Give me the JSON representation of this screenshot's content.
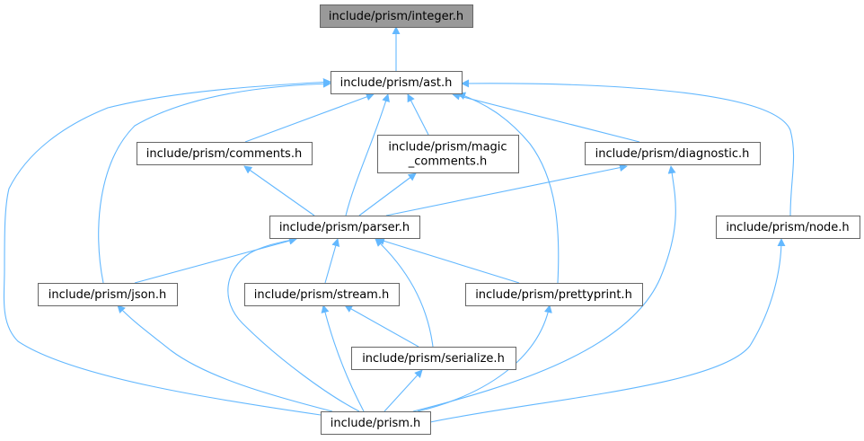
{
  "graph": {
    "title": "include/prism/integer.h",
    "colors": {
      "edge": "#63b8ff",
      "root_fill": "#999999",
      "node_border": "#666666"
    },
    "nodes": [
      {
        "id": "integer",
        "lines": [
          "include/prism/integer.h"
        ],
        "root": true
      },
      {
        "id": "ast",
        "lines": [
          "include/prism/ast.h"
        ]
      },
      {
        "id": "comments",
        "lines": [
          "include/prism/comments.h"
        ]
      },
      {
        "id": "magic",
        "lines": [
          "include/prism/magic",
          "_comments.h"
        ]
      },
      {
        "id": "diagnostic",
        "lines": [
          "include/prism/diagnostic.h"
        ]
      },
      {
        "id": "parser",
        "lines": [
          "include/prism/parser.h"
        ]
      },
      {
        "id": "node",
        "lines": [
          "include/prism/node.h"
        ]
      },
      {
        "id": "json",
        "lines": [
          "include/prism/json.h"
        ]
      },
      {
        "id": "stream",
        "lines": [
          "include/prism/stream.h"
        ]
      },
      {
        "id": "prettyprint",
        "lines": [
          "include/prism/prettyprint.h"
        ]
      },
      {
        "id": "serialize",
        "lines": [
          "include/prism/serialize.h"
        ]
      },
      {
        "id": "prism",
        "lines": [
          "include/prism.h"
        ]
      }
    ],
    "edges": [
      {
        "from": "ast",
        "to": "integer"
      },
      {
        "from": "comments",
        "to": "ast"
      },
      {
        "from": "magic",
        "to": "ast"
      },
      {
        "from": "diagnostic",
        "to": "ast"
      },
      {
        "from": "parser",
        "to": "ast"
      },
      {
        "from": "node",
        "to": "ast"
      },
      {
        "from": "json",
        "to": "ast"
      },
      {
        "from": "prettyprint",
        "to": "ast"
      },
      {
        "from": "prism",
        "to": "ast"
      },
      {
        "from": "parser",
        "to": "comments"
      },
      {
        "from": "parser",
        "to": "magic"
      },
      {
        "from": "parser",
        "to": "diagnostic"
      },
      {
        "from": "prism",
        "to": "diagnostic"
      },
      {
        "from": "json",
        "to": "parser"
      },
      {
        "from": "stream",
        "to": "parser"
      },
      {
        "from": "prettyprint",
        "to": "parser"
      },
      {
        "from": "serialize",
        "to": "parser"
      },
      {
        "from": "prism",
        "to": "parser"
      },
      {
        "from": "prism",
        "to": "node"
      },
      {
        "from": "prism",
        "to": "json"
      },
      {
        "from": "serialize",
        "to": "stream"
      },
      {
        "from": "prism",
        "to": "stream"
      },
      {
        "from": "prism",
        "to": "prettyprint"
      },
      {
        "from": "prism",
        "to": "serialize"
      }
    ]
  }
}
